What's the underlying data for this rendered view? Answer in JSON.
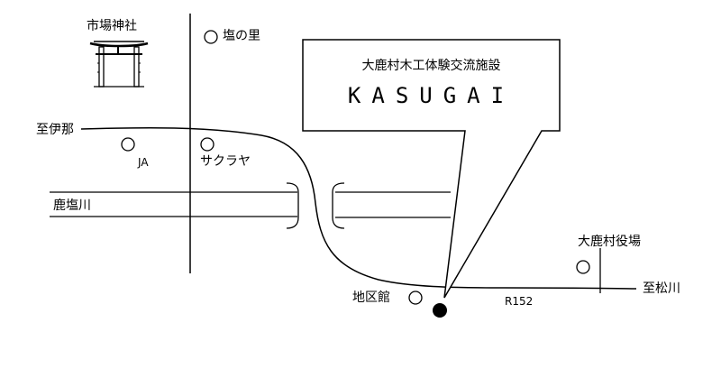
{
  "map": {
    "callout": {
      "title": "大鹿村木工体験交流施設",
      "name": "KASUGAI"
    },
    "labels": {
      "shrine": "市場神社",
      "shio_no_sato": "塩の里",
      "to_ina": "至伊那",
      "ja": "JA",
      "sakuraya": "サクラヤ",
      "river": "鹿塩川",
      "village_office": "大鹿村役場",
      "to_matsukawa": "至松川",
      "district_hall": "地区館",
      "route": "R152"
    },
    "icons": {
      "shrine": "torii-gate-icon",
      "landmark": "circle-marker-icon",
      "destination": "destination-dot-icon"
    },
    "colors": {
      "line": "#000000",
      "background": "#ffffff"
    }
  }
}
